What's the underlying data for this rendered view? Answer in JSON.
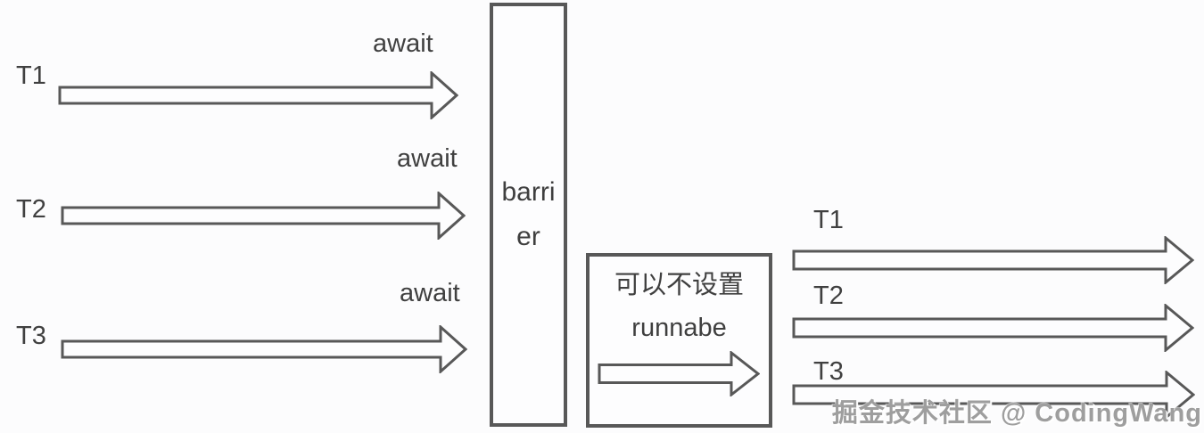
{
  "diagram": {
    "left_section": {
      "threads": [
        {
          "label": "T1",
          "await_label": "await"
        },
        {
          "label": "T2",
          "await_label": "await"
        },
        {
          "label": "T3",
          "await_label": "await"
        }
      ]
    },
    "barrier": {
      "label": "barrier"
    },
    "note_box": {
      "line1": "可以不设置",
      "line2": "runnabe"
    },
    "right_section": {
      "threads": [
        {
          "label": "T1"
        },
        {
          "label": "T2"
        },
        {
          "label": "T3"
        }
      ]
    },
    "watermark": {
      "text": "掘金技术社区 @ CodingWang"
    },
    "colors": {
      "stroke": "#585858",
      "text": "#404040",
      "background": "#fcfcfd",
      "watermark": "#9e9e9e"
    }
  }
}
